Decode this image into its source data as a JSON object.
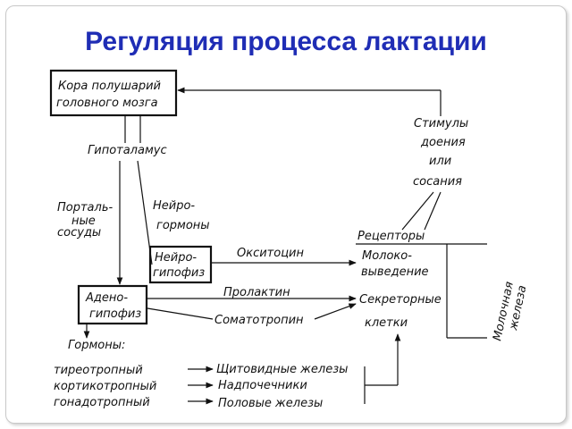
{
  "title": "Регуляция процесса лактации",
  "nodes": {
    "cortex": [
      "Кора полушарий",
      "головного мозга"
    ],
    "hypothalamus": "Гипоталамус",
    "portal": [
      "Порталь-",
      "ные",
      "сосуды"
    ],
    "neurohormones": [
      "Нейро-",
      "гормоны"
    ],
    "neurohypophysis": [
      "Нейро-",
      "гипофиз"
    ],
    "adenohypophysis": [
      "Адено-",
      "гипофиз"
    ],
    "stimuli": [
      "Стимулы",
      "доения",
      "или",
      "сосания"
    ],
    "receptors": "Рецепторы",
    "milk_ejection": [
      "Молоко-",
      "выведение"
    ],
    "secretory_cells": [
      "Секреторные",
      "клетки"
    ],
    "mammary_gland": [
      "Молочная",
      "железа"
    ],
    "oxytocin": "Окситоцин",
    "prolactin": "Пролактин",
    "somatotropin": "Соматотропин",
    "hormones": "Гормоны:",
    "hormone_list": [
      "тиреотропный",
      "кортикотропный",
      "гонадотропный"
    ],
    "target_list": [
      "Щитовидные железы",
      "Надпочечники",
      "Половые железы"
    ]
  },
  "colors": {
    "title": "#1f2db5",
    "ink": "#111111"
  }
}
